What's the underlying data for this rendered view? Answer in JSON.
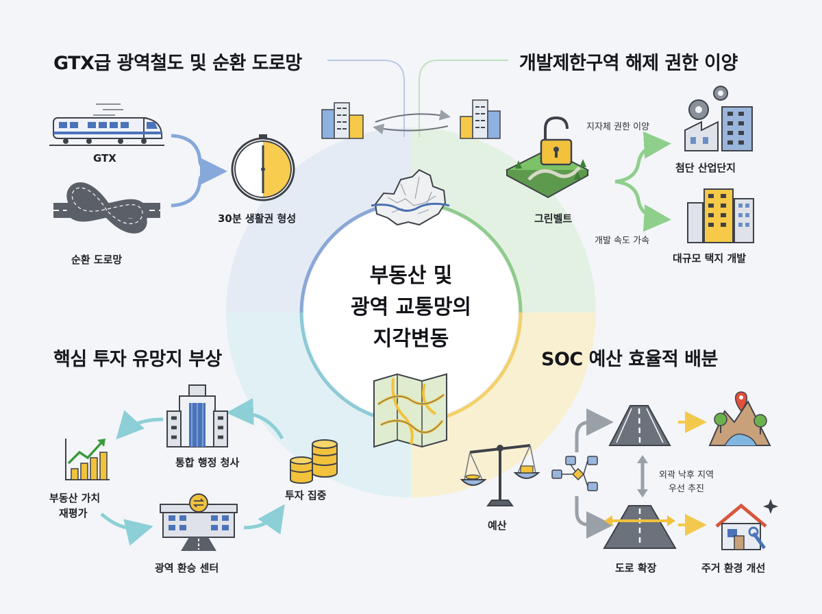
{
  "center": {
    "line1": "부동산 및",
    "line2": "광역 교통망의",
    "line3": "지각변동"
  },
  "quadrants": {
    "top_left": {
      "title": "GTX급 광역철도 및 순환 도로망",
      "color": "#7f9fd0",
      "items": {
        "gtx": "GTX",
        "ring_road": "순환 도로망",
        "commute": "30분 생활권 형성"
      }
    },
    "top_right": {
      "title": "개발제한구역 해제 권한 이양",
      "color": "#8cc98a",
      "items": {
        "greenbelt": "그린벨트",
        "authority_note": "지자체 권한 이양",
        "speed_note": "개발 속도 가속",
        "industrial": "첨단 산업단지",
        "housing": "대규모 택지 개발"
      }
    },
    "bottom_left": {
      "title": "핵심 투자 유망지 부상",
      "color": "#8ccad6",
      "items": {
        "investment": "투자 집중",
        "gov_complex": "통합 행정 청사",
        "revalue_1": "부동산 가치",
        "revalue_2": "재평가",
        "transfer_center": "광역 환승 센터"
      }
    },
    "bottom_right": {
      "title": "SOC 예산 효율적 배분",
      "color": "#f3d779",
      "items": {
        "budget": "예산",
        "priority_1": "외곽 낙후 지역",
        "priority_2": "우선 추진",
        "road_expansion": "도로 확장",
        "housing_improve": "주거 환경 개선"
      }
    }
  }
}
